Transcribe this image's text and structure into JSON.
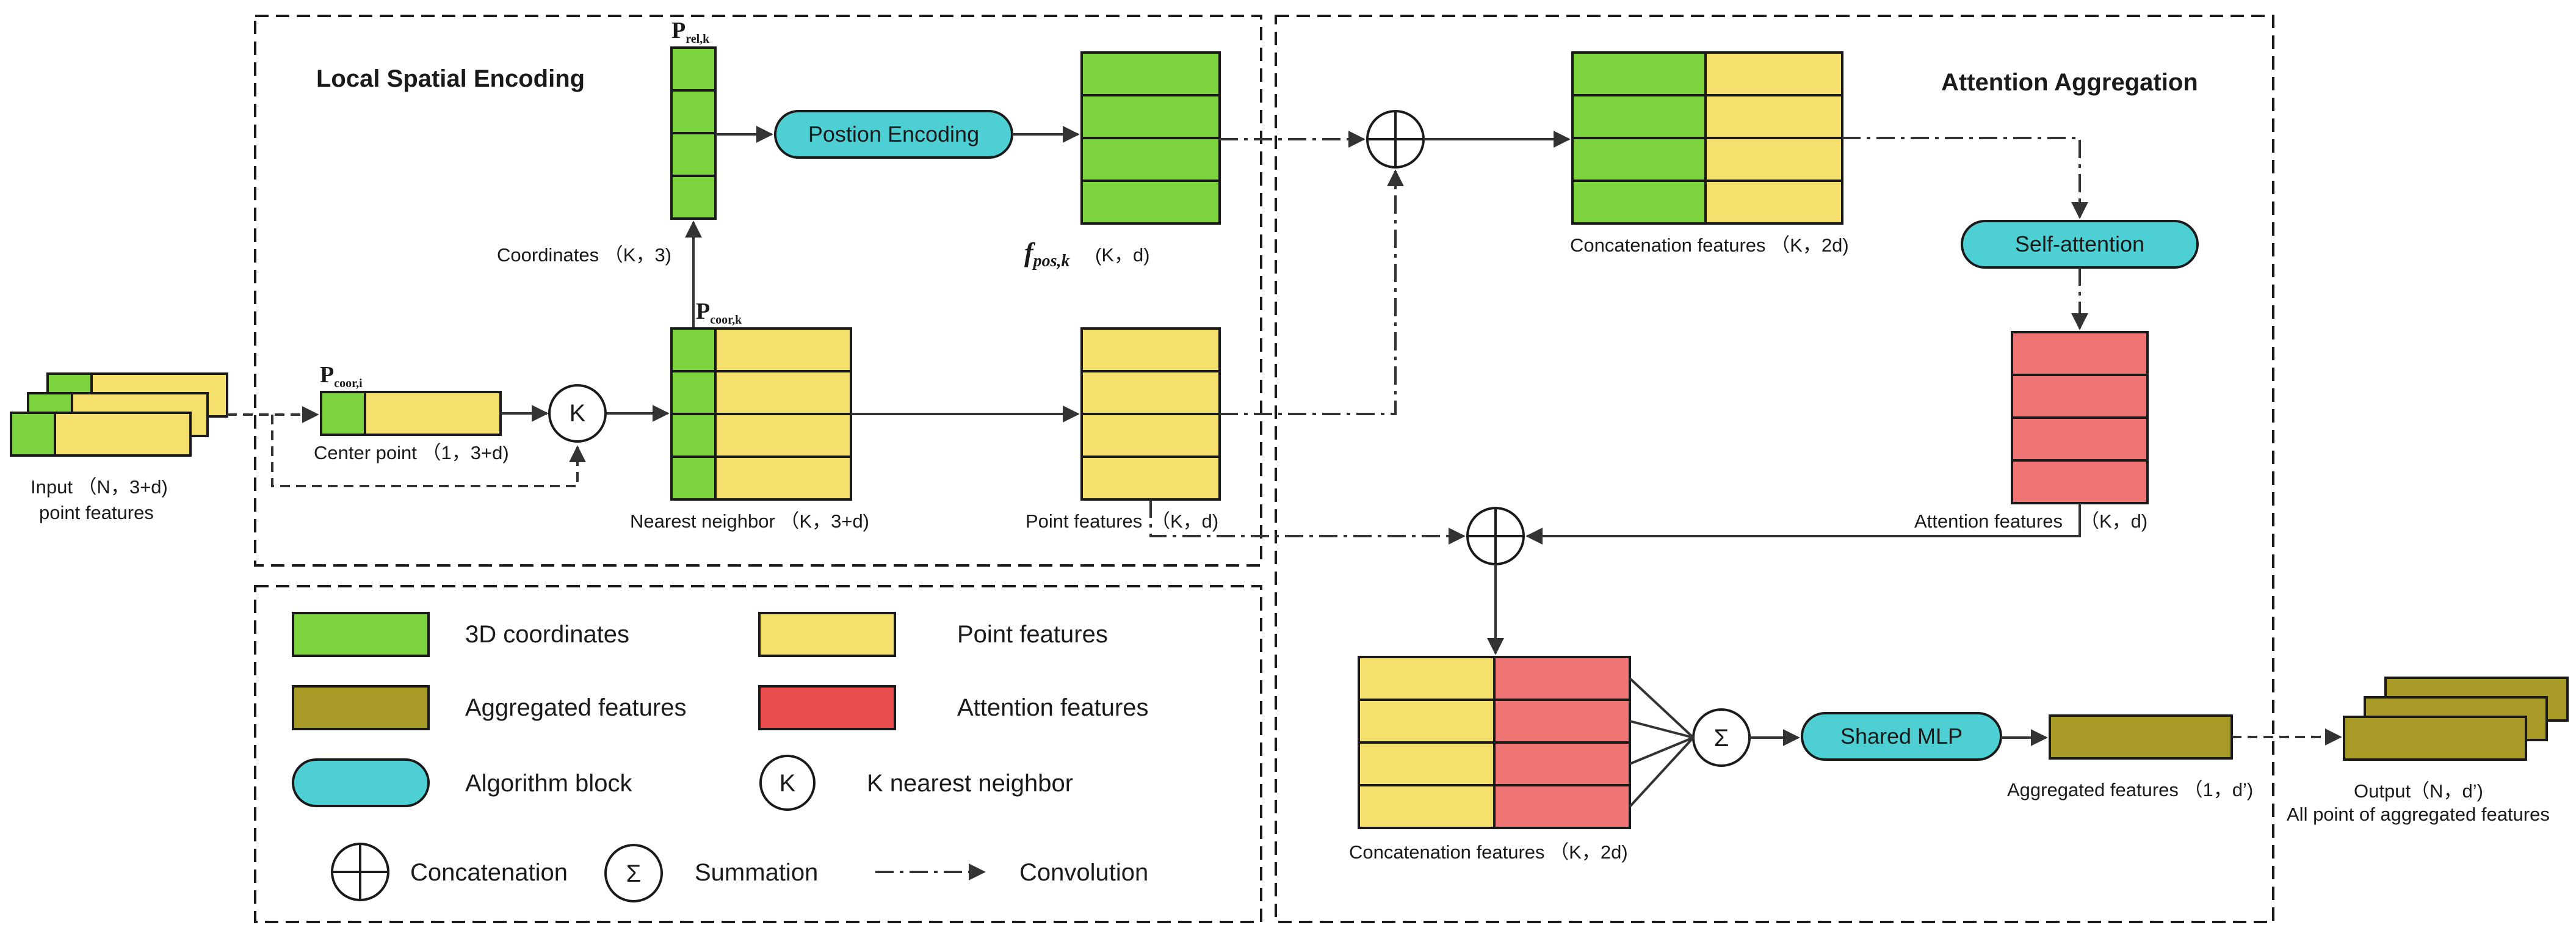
{
  "sections": {
    "local_spatial_encoding": "Local Spatial Encoding",
    "attention_aggregation": "Attention Aggregation"
  },
  "blocks": {
    "position_encoding": "Postion Encoding",
    "self_attention": "Self-attention",
    "shared_mlp": "Shared MLP"
  },
  "nodes": {
    "knn": "K",
    "concat": "⊕",
    "sum": "Σ"
  },
  "labels": {
    "input_1": "Input （N，3+d)",
    "input_2": "point features",
    "p_coor_i_main": "P",
    "p_coor_i_sub": "coor,i",
    "center_point": "Center point （1，3+d)",
    "p_rel_k_main": "P",
    "p_rel_k_sub": "rel,k",
    "coordinates": "Coordinates （K，3)",
    "p_coor_k_main": "P",
    "p_coor_k_sub": "coor,k",
    "nearest_neighbor": "Nearest neighbor （K，3+d)",
    "f_pos_main": "f",
    "f_pos_sub": "pos,k",
    "f_pos_dims": "(K，d)",
    "point_features": "Point features",
    "point_features_dims": "（K，d)",
    "concat_top": "Concatenation features （K，2d)",
    "attention_features": "Attention features",
    "attention_features_dims": "（K，d)",
    "concat_bottom": "Concatenation features （K，2d)",
    "aggregated_out": "Aggregated features （1，d’)",
    "output_1": "Output（N，d’)",
    "output_2": "All point of aggregated features"
  },
  "legend": {
    "coords": "3D coordinates",
    "point": "Point features",
    "aggregated": "Aggregated features",
    "attention": "Attention features",
    "algorithm": "Algorithm block",
    "knn": "K nearest neighbor",
    "knn_symbol": "K",
    "concatenation": "Concatenation",
    "summation": "Summation",
    "sum_symbol": "Σ",
    "convolution": "Convolution"
  },
  "colors": {
    "green": "#7ed43f",
    "yellow": "#f5e06e",
    "red": "#ef7474",
    "red_legend": "#e84c4c",
    "olive": "#a89a26",
    "cyan": "#4ecfd3"
  }
}
